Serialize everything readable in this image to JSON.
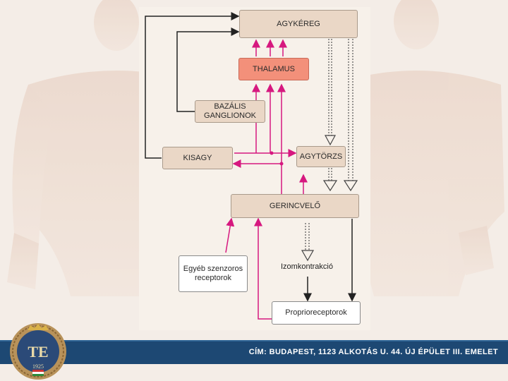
{
  "diagram": {
    "nodes": {
      "agykereg": "AGYKÉREG",
      "thalamus": "THALAMUS",
      "bazalis_line1": "BAZÁLIS",
      "bazalis_line2": "GANGLIONOK",
      "kisagy": "KISAGY",
      "agytorzs": "AGYTÖRZS",
      "gerincvelo": "GERINCVELŐ",
      "receptorok_line1": "Egyéb szenzoros",
      "receptorok_line2": "receptorok",
      "proprioreceptorok": "Proprioreceptorok"
    },
    "labels": {
      "izomkontrakcio": "Izomkontrakció"
    }
  },
  "footer": {
    "address": "CÍM: BUDAPEST, 1123 ALKOTÁS U. 44. ÚJ ÉPÜLET III. EMELET"
  },
  "logo": {
    "letters": "TE",
    "year": "1925"
  },
  "colors": {
    "pink": "#d6187f",
    "black": "#222222",
    "footer": "#1d4873",
    "box": "#ead7c6",
    "thalamus": "#f3907a"
  }
}
